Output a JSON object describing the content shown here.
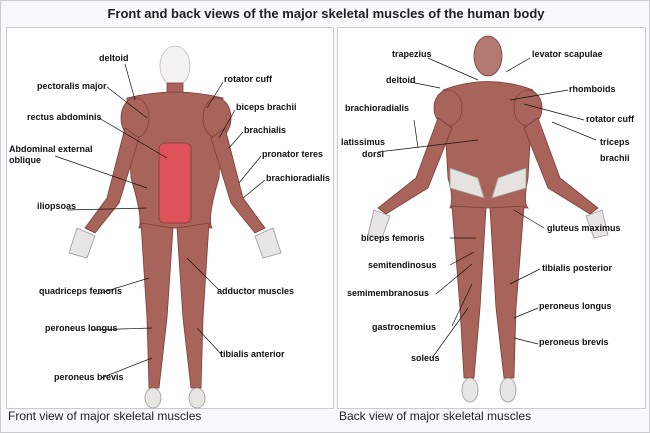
{
  "title": "Front and back views of the major skeletal muscles of the human body",
  "front": {
    "caption": "Front view of major skeletal muscles",
    "labels": {
      "deltoid": "deltoid",
      "pectoralis_major": "pectoralis major",
      "rectus_abdominis": "rectus abdominis",
      "abdominal_external_oblique_1": "Abdominal external",
      "abdominal_external_oblique_2": "oblique",
      "iliopsoas": "iliopsoas",
      "quadriceps_femoris": "quadriceps femoris",
      "peroneus_longus": "peroneus longus",
      "peroneus_brevis": "peroneus brevis",
      "rotator_cuff": "rotator cuff",
      "biceps_brachii": "biceps brachii",
      "brachialis": "brachialis",
      "pronator_teres": "pronator teres",
      "brachioradialis": "brachioradialis",
      "adductor_muscles": "adductor muscles",
      "tibialis_anterior": "tibialis anterior"
    }
  },
  "back": {
    "caption": "Back view of major skeletal muscles",
    "labels": {
      "trapezius": "trapezius",
      "levator_scapulae": "levator scapulae",
      "deltoid": "deltoid",
      "rhomboids": "rhomboids",
      "brachioradialis": "brachioradialis",
      "rotator_cuff": "rotator cuff",
      "latissimus_1": "latissimus",
      "latissimus_2": "dorsi",
      "triceps_1": "triceps",
      "triceps_2": "brachii",
      "gluteus_maximus": "gluteus maximus",
      "biceps_femoris": "biceps femoris",
      "tibialis_posterior": "tibialis posterior",
      "semitendinosus": "semitendinosus",
      "semimembranosus": "semimembranosus",
      "peroneus_longus": "peroneus longus",
      "gastrocnemius": "gastrocnemius",
      "peroneus_brevis": "peroneus brevis",
      "soleus": "soleus"
    }
  },
  "colors": {
    "muscle": "#a8635a",
    "muscle_dark": "#7a3e36",
    "abdomen": "#e0525a",
    "bone": "#e8e6e2"
  }
}
